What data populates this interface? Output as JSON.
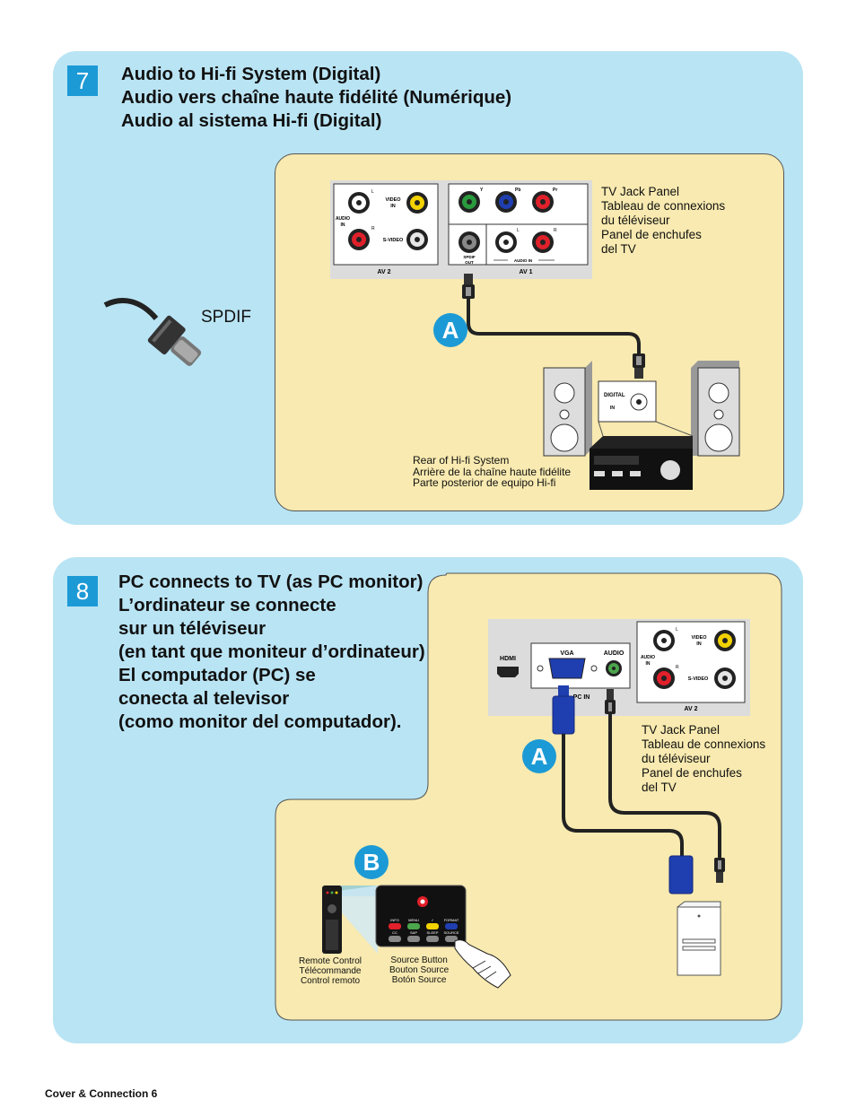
{
  "step7": {
    "number": "7",
    "title_lines": [
      "Audio to Hi-fi System (Digital)",
      "Audio vers chaîne haute fidélité (Numérique)",
      "Audio al sistema Hi-fi (Digital)"
    ],
    "spdif_label": "SPDIF",
    "tv_panel_caption": "TV Jack Panel\nTableau de connexions\ndu téléviseur\nPanel de enchufes\ndel TV",
    "hifi_caption": "Rear of Hi-fi System\nArrière de la chaîne haute fidélite\nParte posterior de equipo Hi-fi",
    "callout": "A",
    "jacks": {
      "av2": "AV 2",
      "av1": "AV 1",
      "video_in": "VIDEO\nIN",
      "audio_in": "AUDIO\nIN",
      "s_video": "S-VIDEO",
      "l": "L",
      "r": "R",
      "y": "Y",
      "pb": "Pb",
      "pr": "Pr",
      "spdif_out": "SPDIF\nOUT",
      "audio_in_bar": "AUDIO IN",
      "digital": "DIGITAL",
      "in": "IN"
    }
  },
  "step8": {
    "number": "8",
    "title_lines": [
      "PC connects to TV (as PC monitor)",
      "L’ordinateur se connecte",
      "sur un téléviseur",
      "(en tant que moniteur d’ordinateur)",
      "El computador (PC) se",
      "conecta al televisor",
      "(como monitor del computador)."
    ],
    "tv_panel_caption": "TV Jack Panel\nTableau de connexions\ndu téléviseur\nPanel de enchufes\ndel TV",
    "remote_caption": "Remote Control\nTélécommande\nControl remoto",
    "source_caption": "Source Button\nBouton Source\nBotón Source",
    "callout_a": "A",
    "callout_b": "B",
    "jacks": {
      "hdmi": "HDMI",
      "vga": "VGA",
      "audio": "AUDIO",
      "pc_in": "PC IN",
      "av2": "AV 2",
      "video_in": "VIDEO\nIN",
      "audio_in": "AUDIO\nIN",
      "s_video": "S-VIDEO",
      "l": "L",
      "r": "R"
    },
    "remote_keys": [
      "INFO",
      "MENU",
      "✓",
      "FORMAT",
      "CC",
      "SAP",
      "SLEEP",
      "SOURCE"
    ]
  },
  "footer": "Cover & Connection 6",
  "colors": {
    "panel_blue": "#b9e4f4",
    "panel_yellow": "#f8eab0",
    "accent_blue": "#1c9ad6",
    "jack_panel": "#dcdcdc"
  }
}
